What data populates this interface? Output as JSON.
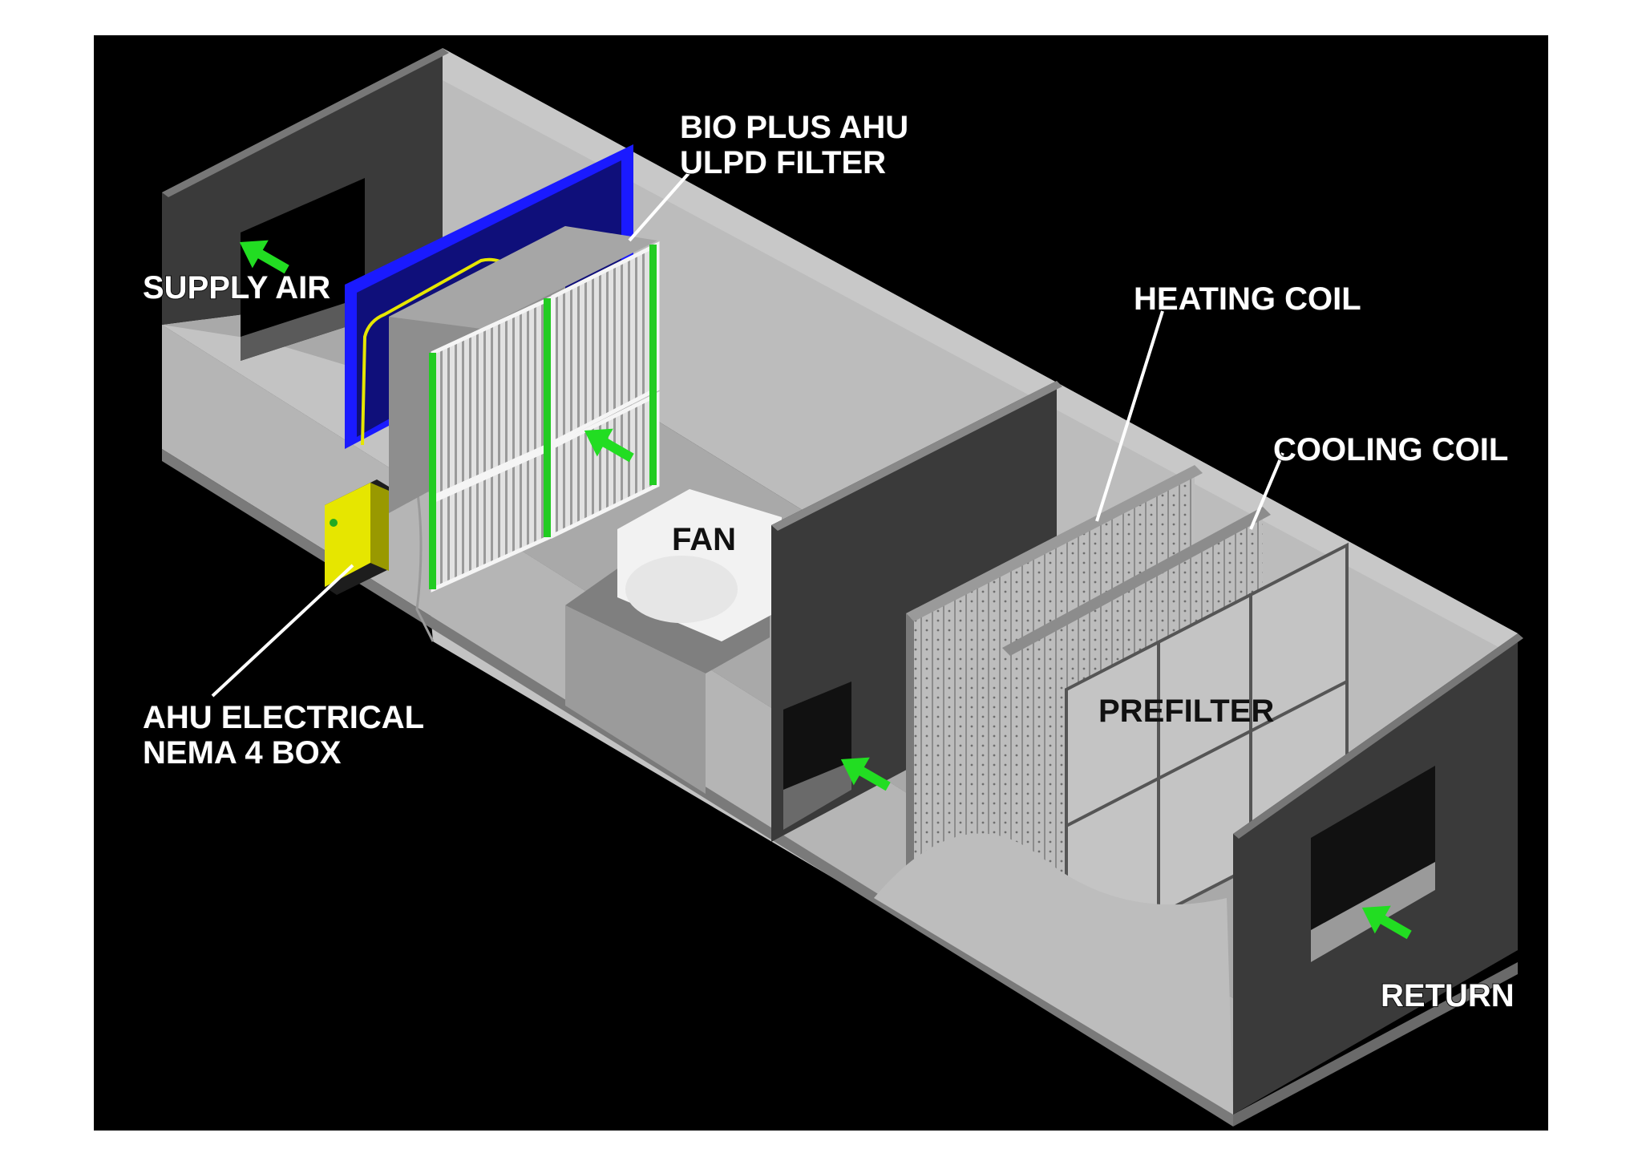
{
  "diagram": {
    "labels": {
      "bio_plus_ahu": "BIO PLUS AHU",
      "ulpd_filter": "ULPD FILTER",
      "supply_air": "SUPPLY AIR",
      "heating_coil": "HEATING COIL",
      "cooling_coil": "COOLING COIL",
      "fan": "FAN",
      "ahu_electrical": "AHU ELECTRICAL",
      "nema_box": "NEMA 4 BOX",
      "prefilter": "PREFILTER",
      "return": "RETURN"
    },
    "colors": {
      "background": "#000000",
      "housing": "#b4b4b4",
      "airflow_arrow": "#22dd22",
      "filter_frame": "#1a1aff",
      "electrical_box": "#e6e600",
      "filter_media_edge": "#22cc22"
    },
    "icons": [
      "airflow-arrow-icon"
    ]
  }
}
